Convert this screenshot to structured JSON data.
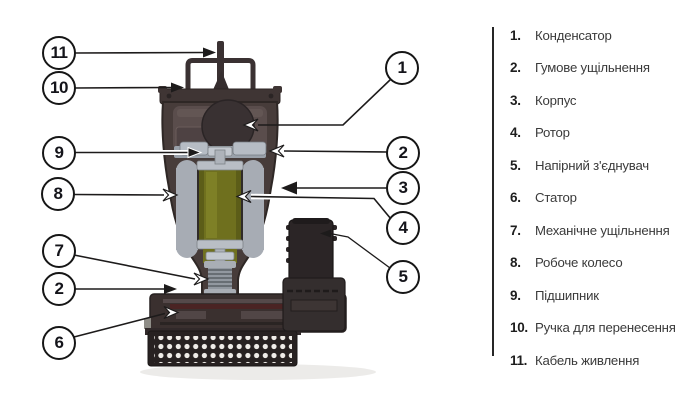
{
  "diagram": {
    "description": "Cutaway technical diagram of a submersible drainage pump with numbered callouts",
    "callouts": [
      {
        "label": "1"
      },
      {
        "label": "2"
      },
      {
        "label": "3"
      },
      {
        "label": "4"
      },
      {
        "label": "5"
      },
      {
        "label": "6"
      },
      {
        "label": "7"
      },
      {
        "label": "2"
      },
      {
        "label": "8"
      },
      {
        "label": "9"
      },
      {
        "label": "10"
      },
      {
        "label": "11"
      }
    ]
  },
  "legend": {
    "items": [
      {
        "num": "1.",
        "label": "Конденсатор"
      },
      {
        "num": "2.",
        "label": "Гумове ущільнення"
      },
      {
        "num": "3.",
        "label": "Корпус"
      },
      {
        "num": "4.",
        "label": "Ротор"
      },
      {
        "num": "5.",
        "label": "Напірний з'єднувач"
      },
      {
        "num": "6.",
        "label": "Статор"
      },
      {
        "num": "7.",
        "label": "Механічне ущільнення"
      },
      {
        "num": "8.",
        "label": "Робоче колесо"
      },
      {
        "num": "9.",
        "label": "Підшипник"
      },
      {
        "num": "10.",
        "label": "Ручка для перенесення"
      },
      {
        "num": "11.",
        "label": "Кабель живлення"
      }
    ]
  },
  "colors": {
    "background": "#ffffff",
    "housing": "#473c3a",
    "housing_cap": "#3f3534",
    "cavity": "#5a4d4c",
    "capacitor": "#393132",
    "stator": "#a7acb4",
    "rotor": "#6f701e",
    "shaft": "#aeb3ba",
    "seal": "#9298a0",
    "base": "#3a302f",
    "strainer": "#272121",
    "discharge_pipe": "#2b2526",
    "leader_line": "#1d1b1b",
    "legend_text": "#3a3a3a"
  }
}
